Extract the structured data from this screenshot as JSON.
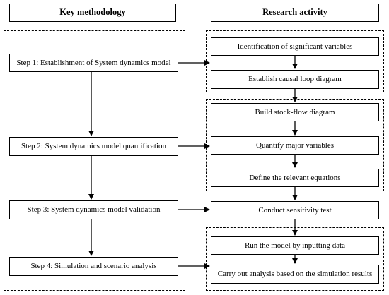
{
  "headers": {
    "left": "Key methodology",
    "right": "Research activity"
  },
  "steps": [
    "Step 1: Establishment of System dynamics model",
    "Step 2: System dynamics model quantification",
    "Step 3: System dynamics model validation",
    "Step 4: Simulation and scenario analysis"
  ],
  "activities": [
    "Identification of significant variables",
    "Establish causal loop diagram",
    "Build stock-flow diagram",
    "Quantify major variables",
    "Define the relevant equations",
    "Conduct sensitivity test",
    "Run the model by inputting data",
    "Carry out analysis based on the simulation results"
  ]
}
